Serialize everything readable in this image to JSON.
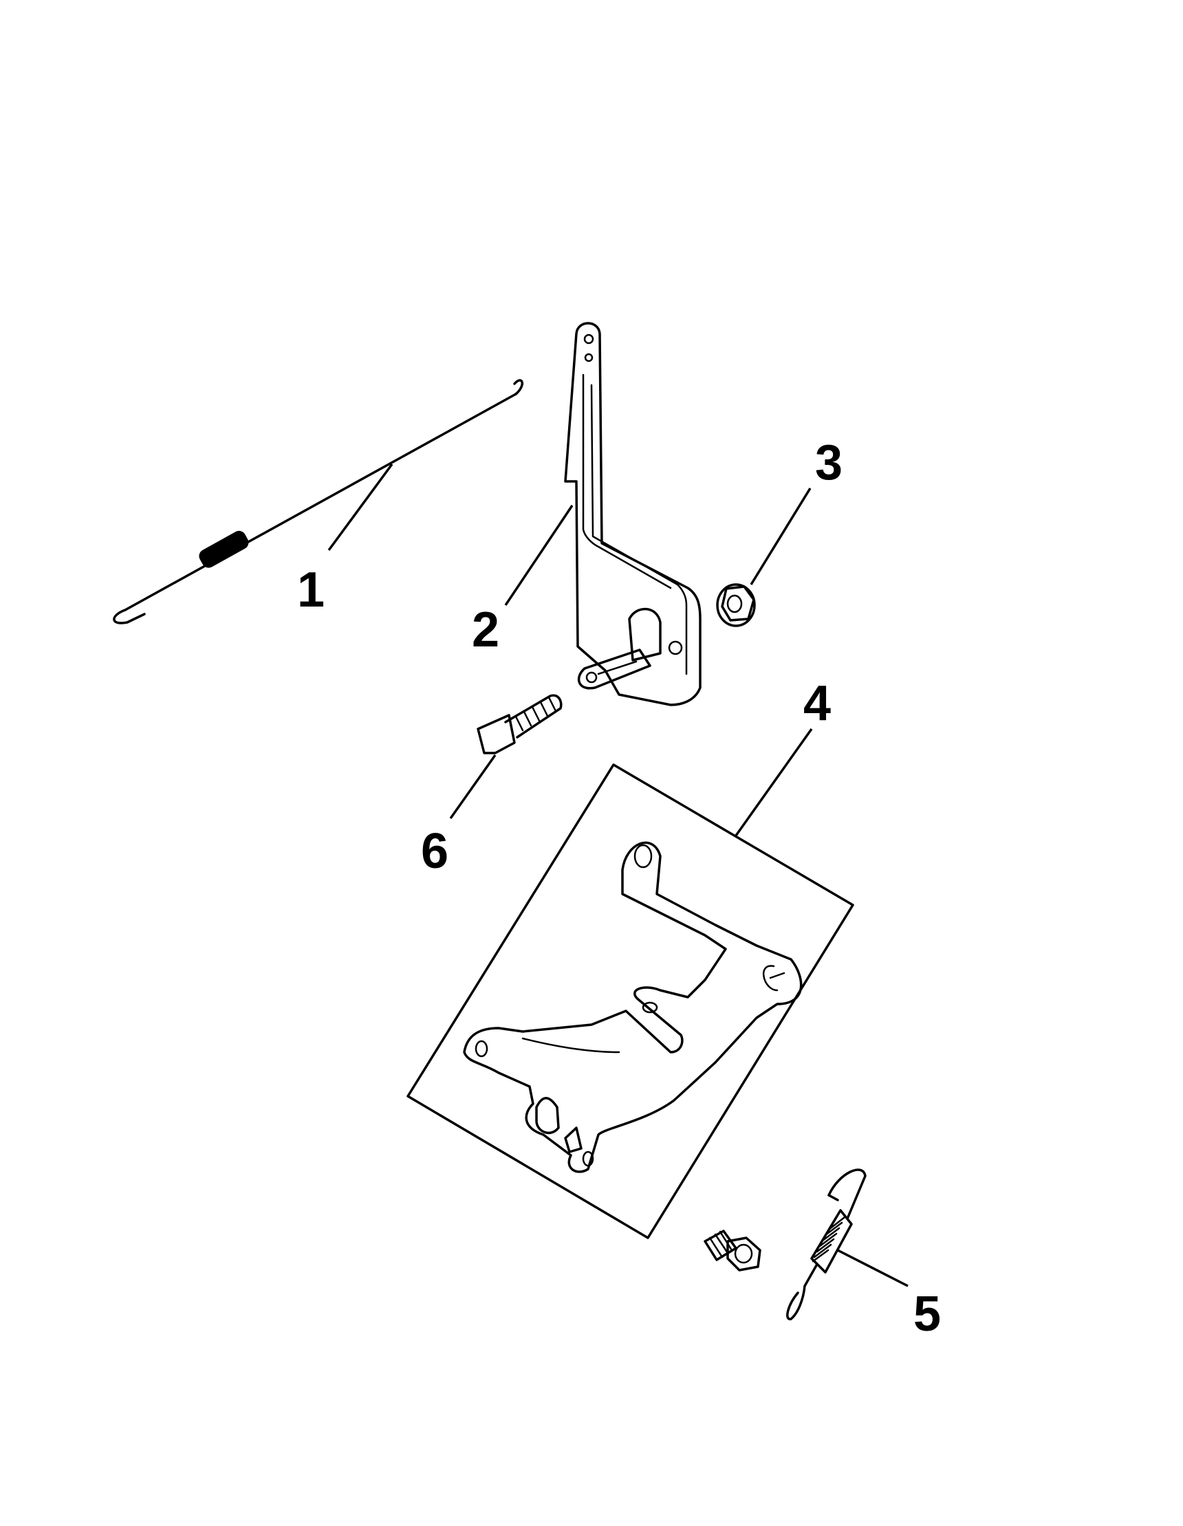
{
  "diagram": {
    "callouts": [
      {
        "id": "1",
        "label": "1"
      },
      {
        "id": "2",
        "label": "2"
      },
      {
        "id": "3",
        "label": "3"
      },
      {
        "id": "4",
        "label": "4"
      },
      {
        "id": "5",
        "label": "5"
      },
      {
        "id": "6",
        "label": "6"
      }
    ],
    "parts": {
      "1": "rod-with-spring-icon",
      "2": "lever-bracket-icon",
      "3": "flange-nut-icon",
      "4": "control-bracket-icon",
      "5": "extension-spring-icon",
      "6": "t-bolt-icon",
      "unnumbered": "flange-bolt-icon"
    }
  }
}
